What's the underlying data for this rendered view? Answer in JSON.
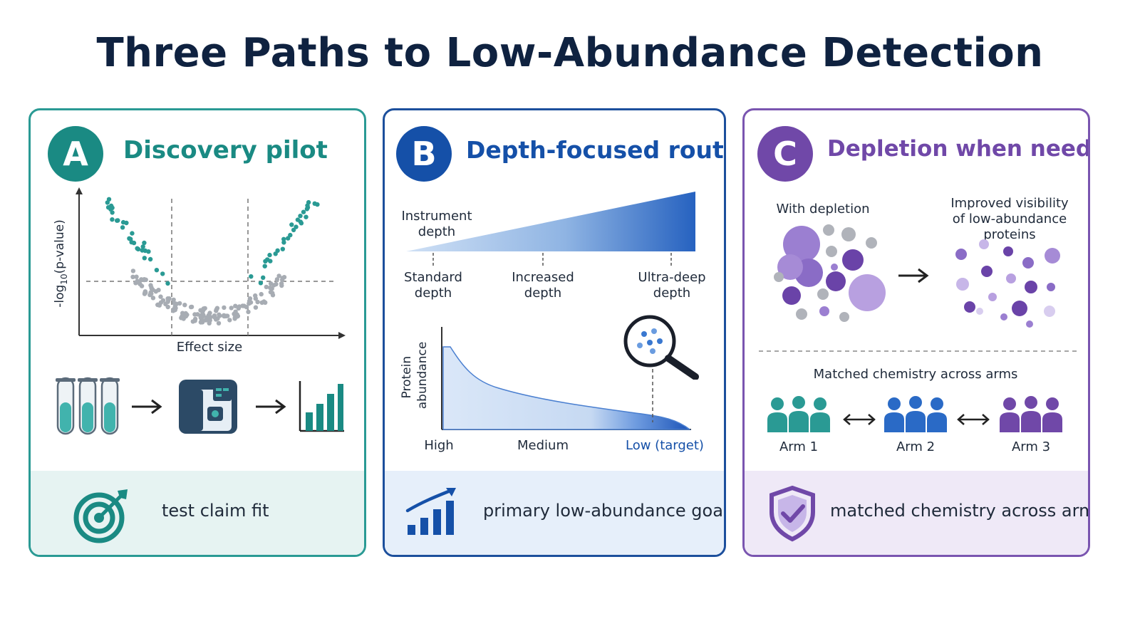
{
  "title": "Three Paths to Low-Abundance Detection",
  "colors": {
    "teal": "#1a8a83",
    "blue": "#1550a8",
    "purple": "#7048a8",
    "navy": "#0f2240"
  },
  "panelA": {
    "badge": "A",
    "title": "Discovery pilot",
    "volcano": {
      "ylabel": "-log10(p-value)",
      "xlabel": "Effect size"
    },
    "workflow_icons": [
      "test-tubes-icon",
      "arrow-right-icon",
      "mass-spectrometer-icon",
      "arrow-right-icon",
      "bar-chart-icon"
    ],
    "footer": {
      "icon": "target-icon",
      "text": "test claim fit"
    }
  },
  "panelB": {
    "badge": "B",
    "title": "Depth-focused route",
    "wedge_label": "Instrument\ndepth",
    "depth_ticks": [
      "Standard\ndepth",
      "Increased\ndepth",
      "Ultra-deep\ndepth"
    ],
    "curve": {
      "ylabel": "Protein\nabundance",
      "x_ticks": [
        "High",
        "Medium",
        "Low (target)"
      ]
    },
    "footer": {
      "icon": "rising-bar-chart-icon",
      "text": "primary low-abundance goal"
    }
  },
  "panelC": {
    "badge": "C",
    "title": "Depletion when needed",
    "left_label": "With depletion",
    "right_label": "Improved visibility\nof low-abundance\nproteins",
    "matched_label": "Matched chemistry across arms",
    "arms": [
      "Arm 1",
      "Arm 2",
      "Arm 3"
    ],
    "footer": {
      "icon": "shield-check-icon",
      "text": "matched chemistry across arms"
    }
  }
}
